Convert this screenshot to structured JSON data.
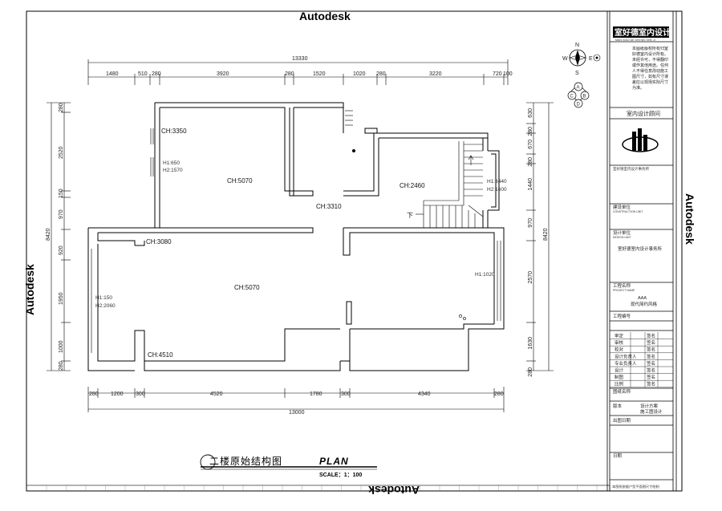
{
  "watermark": "Autodesk",
  "top_dims": {
    "total": "13330",
    "segments": [
      "1480",
      "510",
      "280",
      "3920",
      "280",
      "1520",
      "1020",
      "280",
      "3220",
      "720",
      "100"
    ]
  },
  "bottom_dims": {
    "total": "13000",
    "segments": [
      "280",
      "1200",
      "300",
      "4520",
      "1780",
      "300",
      "4340",
      "280"
    ]
  },
  "left_dims": {
    "total": "8420",
    "segments": [
      "280",
      "2520",
      "150",
      "970",
      "920",
      "1950",
      "1000",
      "280"
    ]
  },
  "right_dims": {
    "total": "8420",
    "segments": [
      "630",
      "280",
      "670",
      "280",
      "1440",
      "970",
      "2570",
      "1630",
      "280"
    ]
  },
  "rooms": [
    {
      "label": "CH:3350"
    },
    {
      "label": "H1:650"
    },
    {
      "label": "H2:1570"
    },
    {
      "label": "CH:5070"
    },
    {
      "label": "CH:3310"
    },
    {
      "label": "CH:2460"
    },
    {
      "label": "H1:3440"
    },
    {
      "label": "H2:1600"
    },
    {
      "label": "下"
    },
    {
      "label": "CH:3080"
    },
    {
      "label": "CH:5070"
    },
    {
      "label": "H1:1020"
    },
    {
      "label": "H1:150"
    },
    {
      "label": "H2:2060"
    },
    {
      "label": "CH:4510"
    }
  ],
  "compass": {
    "n": "N",
    "s": "S",
    "w": "W",
    "e": "E",
    "a": "A",
    "b": "B",
    "c": "C",
    "d": "D"
  },
  "plan_title": {
    "cn": "二楼原始结构图",
    "en": "PLAN",
    "scale": "SCALE：1：100"
  },
  "title_block": {
    "company": "室好德室内设计",
    "company_sub": "MAN XIAO DE SHI NEI SHE JI",
    "notice": "本图纸版权所有归室好德室内设计所有。未经许可，不得翻印或作其他用途。任何人不得任意改动施工图尺寸，如有尺寸误差应以现场实际尺寸为准。",
    "consultant": "室内设计顾问",
    "design_unit_label": "设计单位",
    "design_unit_en": "DESIGN UNIT",
    "design_unit": "室好德室内设计事务所",
    "construction_label": "建设单位",
    "construction_en": "CONSTRUCTION UNIT",
    "project_label": "工程名称",
    "project_en": "PROJECT NAME",
    "project": "AAA",
    "project_sub": "现代简约风格",
    "drawing_label": "工程编号",
    "roles": [
      {
        "role": "审定",
        "sign": "签名"
      },
      {
        "role": "审核",
        "sign": "签名"
      },
      {
        "role": "校对",
        "sign": "签名"
      },
      {
        "role": "设计负责人",
        "sign": "签名"
      },
      {
        "role": "专业负责人",
        "sign": "签名"
      },
      {
        "role": "设计",
        "sign": "签名"
      },
      {
        "role": "制图",
        "sign": "签名"
      },
      {
        "role": "比例",
        "sign": "签名"
      }
    ],
    "drawing_name_label": "图纸名称",
    "version_label": "版本",
    "version": "设计方案",
    "stage": "施工图设计",
    "issue_label": "出图日期",
    "date_label": "日期",
    "footer": "本图纸依据户型平面图尺寸绘制"
  }
}
